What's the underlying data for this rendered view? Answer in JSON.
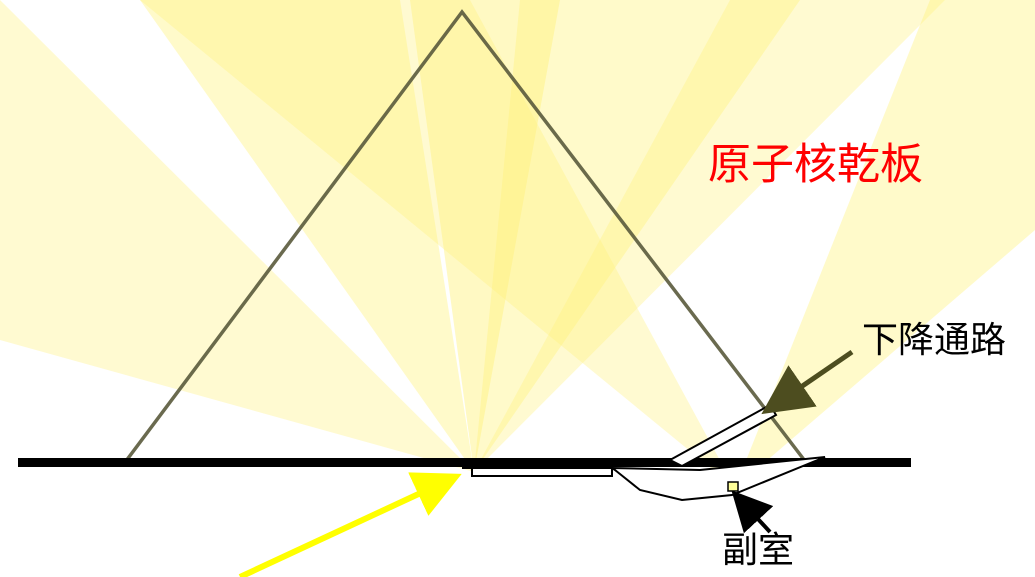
{
  "labels": {
    "emulsion_plate": "原子核乾板",
    "descending_passage": "下降通路",
    "subterranean_chamber": "副室"
  },
  "colors": {
    "cone_fill": "#fff27a",
    "pyramid_outline": "#5a5a3c",
    "ground_line": "#000000",
    "arrow_passage": "#4d4d1f",
    "arrow_chamber": "#000000",
    "arrow_detector": "#ffff00",
    "emulsion_label": "#ff0000"
  }
}
